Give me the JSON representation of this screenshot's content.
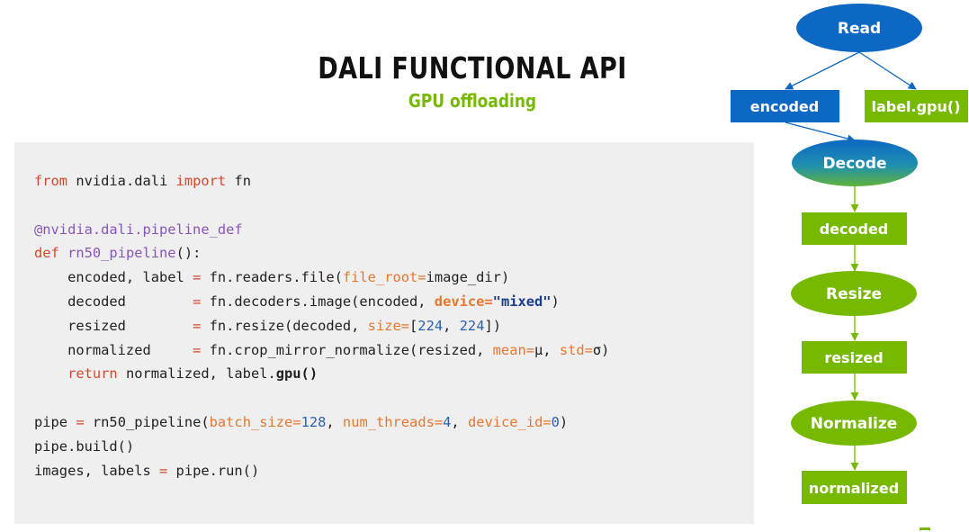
{
  "header": {
    "title": "DALI FUNCTIONAL API",
    "subtitle": "GPU offloading"
  },
  "code": {
    "lines": [
      [
        {
          "t": "from",
          "c": "kw"
        },
        {
          "t": " nvidia.dali "
        },
        {
          "t": "import",
          "c": "kw"
        },
        {
          "t": " fn"
        }
      ],
      [],
      [
        {
          "t": "@nvidia.dali.pipeline_def",
          "c": "dec"
        }
      ],
      [
        {
          "t": "def",
          "c": "kw"
        },
        {
          "t": " "
        },
        {
          "t": "rn50_pipeline",
          "c": "fnname"
        },
        {
          "t": "():"
        }
      ],
      [
        {
          "t": "    encoded, label "
        },
        {
          "t": "=",
          "c": "op"
        },
        {
          "t": " fn.readers.file("
        },
        {
          "t": "file_root=",
          "c": "arg"
        },
        {
          "t": "image_dir)"
        }
      ],
      [
        {
          "t": "    decoded        "
        },
        {
          "t": "=",
          "c": "op"
        },
        {
          "t": " fn.decoders.image(encoded, "
        },
        {
          "t": "device=",
          "c": "arg b"
        },
        {
          "t": "\"mixed\"",
          "c": "str"
        },
        {
          "t": ")"
        }
      ],
      [
        {
          "t": "    resized        "
        },
        {
          "t": "=",
          "c": "op"
        },
        {
          "t": " fn.resize(decoded, "
        },
        {
          "t": "size=",
          "c": "arg"
        },
        {
          "t": "["
        },
        {
          "t": "224",
          "c": "num"
        },
        {
          "t": ", "
        },
        {
          "t": "224",
          "c": "num"
        },
        {
          "t": "])"
        }
      ],
      [
        {
          "t": "    normalized     "
        },
        {
          "t": "=",
          "c": "op"
        },
        {
          "t": " fn.crop_mirror_normalize(resized, "
        },
        {
          "t": "mean=",
          "c": "arg"
        },
        {
          "t": "μ, "
        },
        {
          "t": "std=",
          "c": "arg"
        },
        {
          "t": "σ)"
        }
      ],
      [
        {
          "t": "    "
        },
        {
          "t": "return",
          "c": "kw"
        },
        {
          "t": " normalized, label."
        },
        {
          "t": "gpu()",
          "c": "b"
        }
      ],
      [],
      [
        {
          "t": "pipe "
        },
        {
          "t": "=",
          "c": "op"
        },
        {
          "t": " rn50_pipeline("
        },
        {
          "t": "batch_size=",
          "c": "arg"
        },
        {
          "t": "128",
          "c": "num"
        },
        {
          "t": ", "
        },
        {
          "t": "num_threads=",
          "c": "arg"
        },
        {
          "t": "4",
          "c": "num"
        },
        {
          "t": ", "
        },
        {
          "t": "device_id=",
          "c": "arg"
        },
        {
          "t": "0",
          "c": "num"
        },
        {
          "t": ")"
        }
      ],
      [
        {
          "t": "pipe.build()"
        }
      ],
      [
        {
          "t": "images, labels "
        },
        {
          "t": "=",
          "c": "op"
        },
        {
          "t": " pipe.run()"
        }
      ]
    ]
  },
  "diagram": {
    "colors": {
      "blue": "#0d68c3",
      "green": "#76b900",
      "teal": "#2a9d9a",
      "arrow": "#0d68c3",
      "green_arrow": "#76b900"
    },
    "nodes": {
      "read": "Read",
      "encoded": "encoded",
      "label_gpu": "label.gpu()",
      "decode": "Decode",
      "decoded": "decoded",
      "resize": "Resize",
      "resized": "resized",
      "normalize": "Normalize",
      "normalized": "normalized"
    }
  }
}
